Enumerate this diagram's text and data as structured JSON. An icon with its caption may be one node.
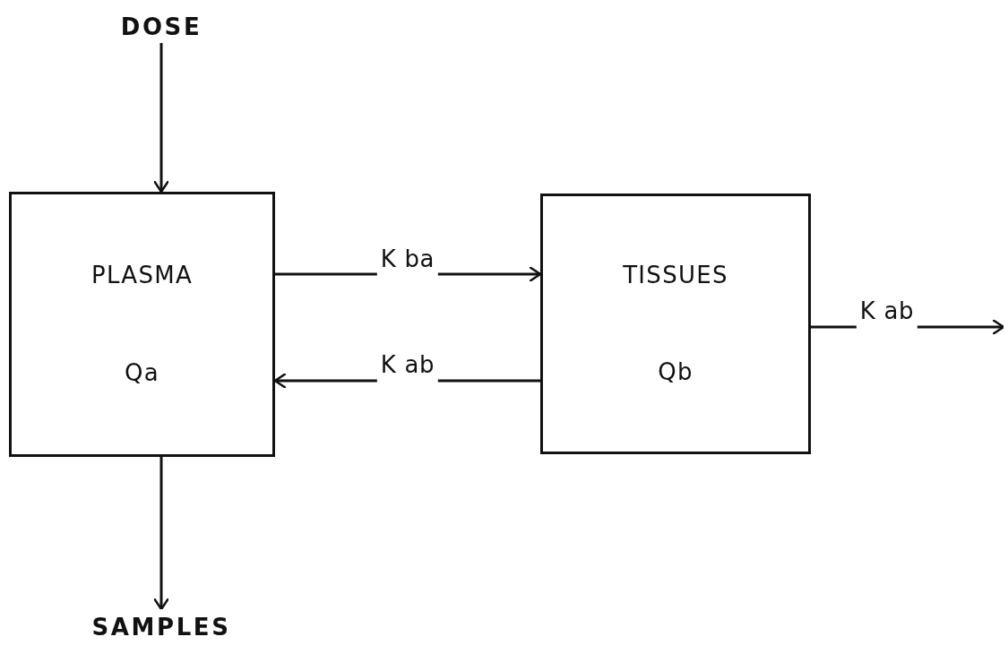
{
  "diagram": {
    "nodes": [
      {
        "text": [
          "DOSE"
        ]
      },
      {
        "text": [
          "PLASMA",
          "Qa"
        ]
      },
      {
        "text": [
          "TISSUES",
          "Qb"
        ]
      },
      {
        "text": [
          "SAMPLES"
        ]
      }
    ],
    "edges": [
      {
        "from": 0,
        "to": 1,
        "arrow": "to"
      },
      {
        "from": 1,
        "to": 2,
        "arrow": "to",
        "label": "K ba"
      },
      {
        "from": 2,
        "to": 1,
        "arrow": "to",
        "label": "K ab"
      },
      {
        "from": 2,
        "to": null,
        "arrow": "to",
        "label": "K ab"
      },
      {
        "from": 1,
        "to": 3,
        "arrow": "to"
      }
    ]
  }
}
